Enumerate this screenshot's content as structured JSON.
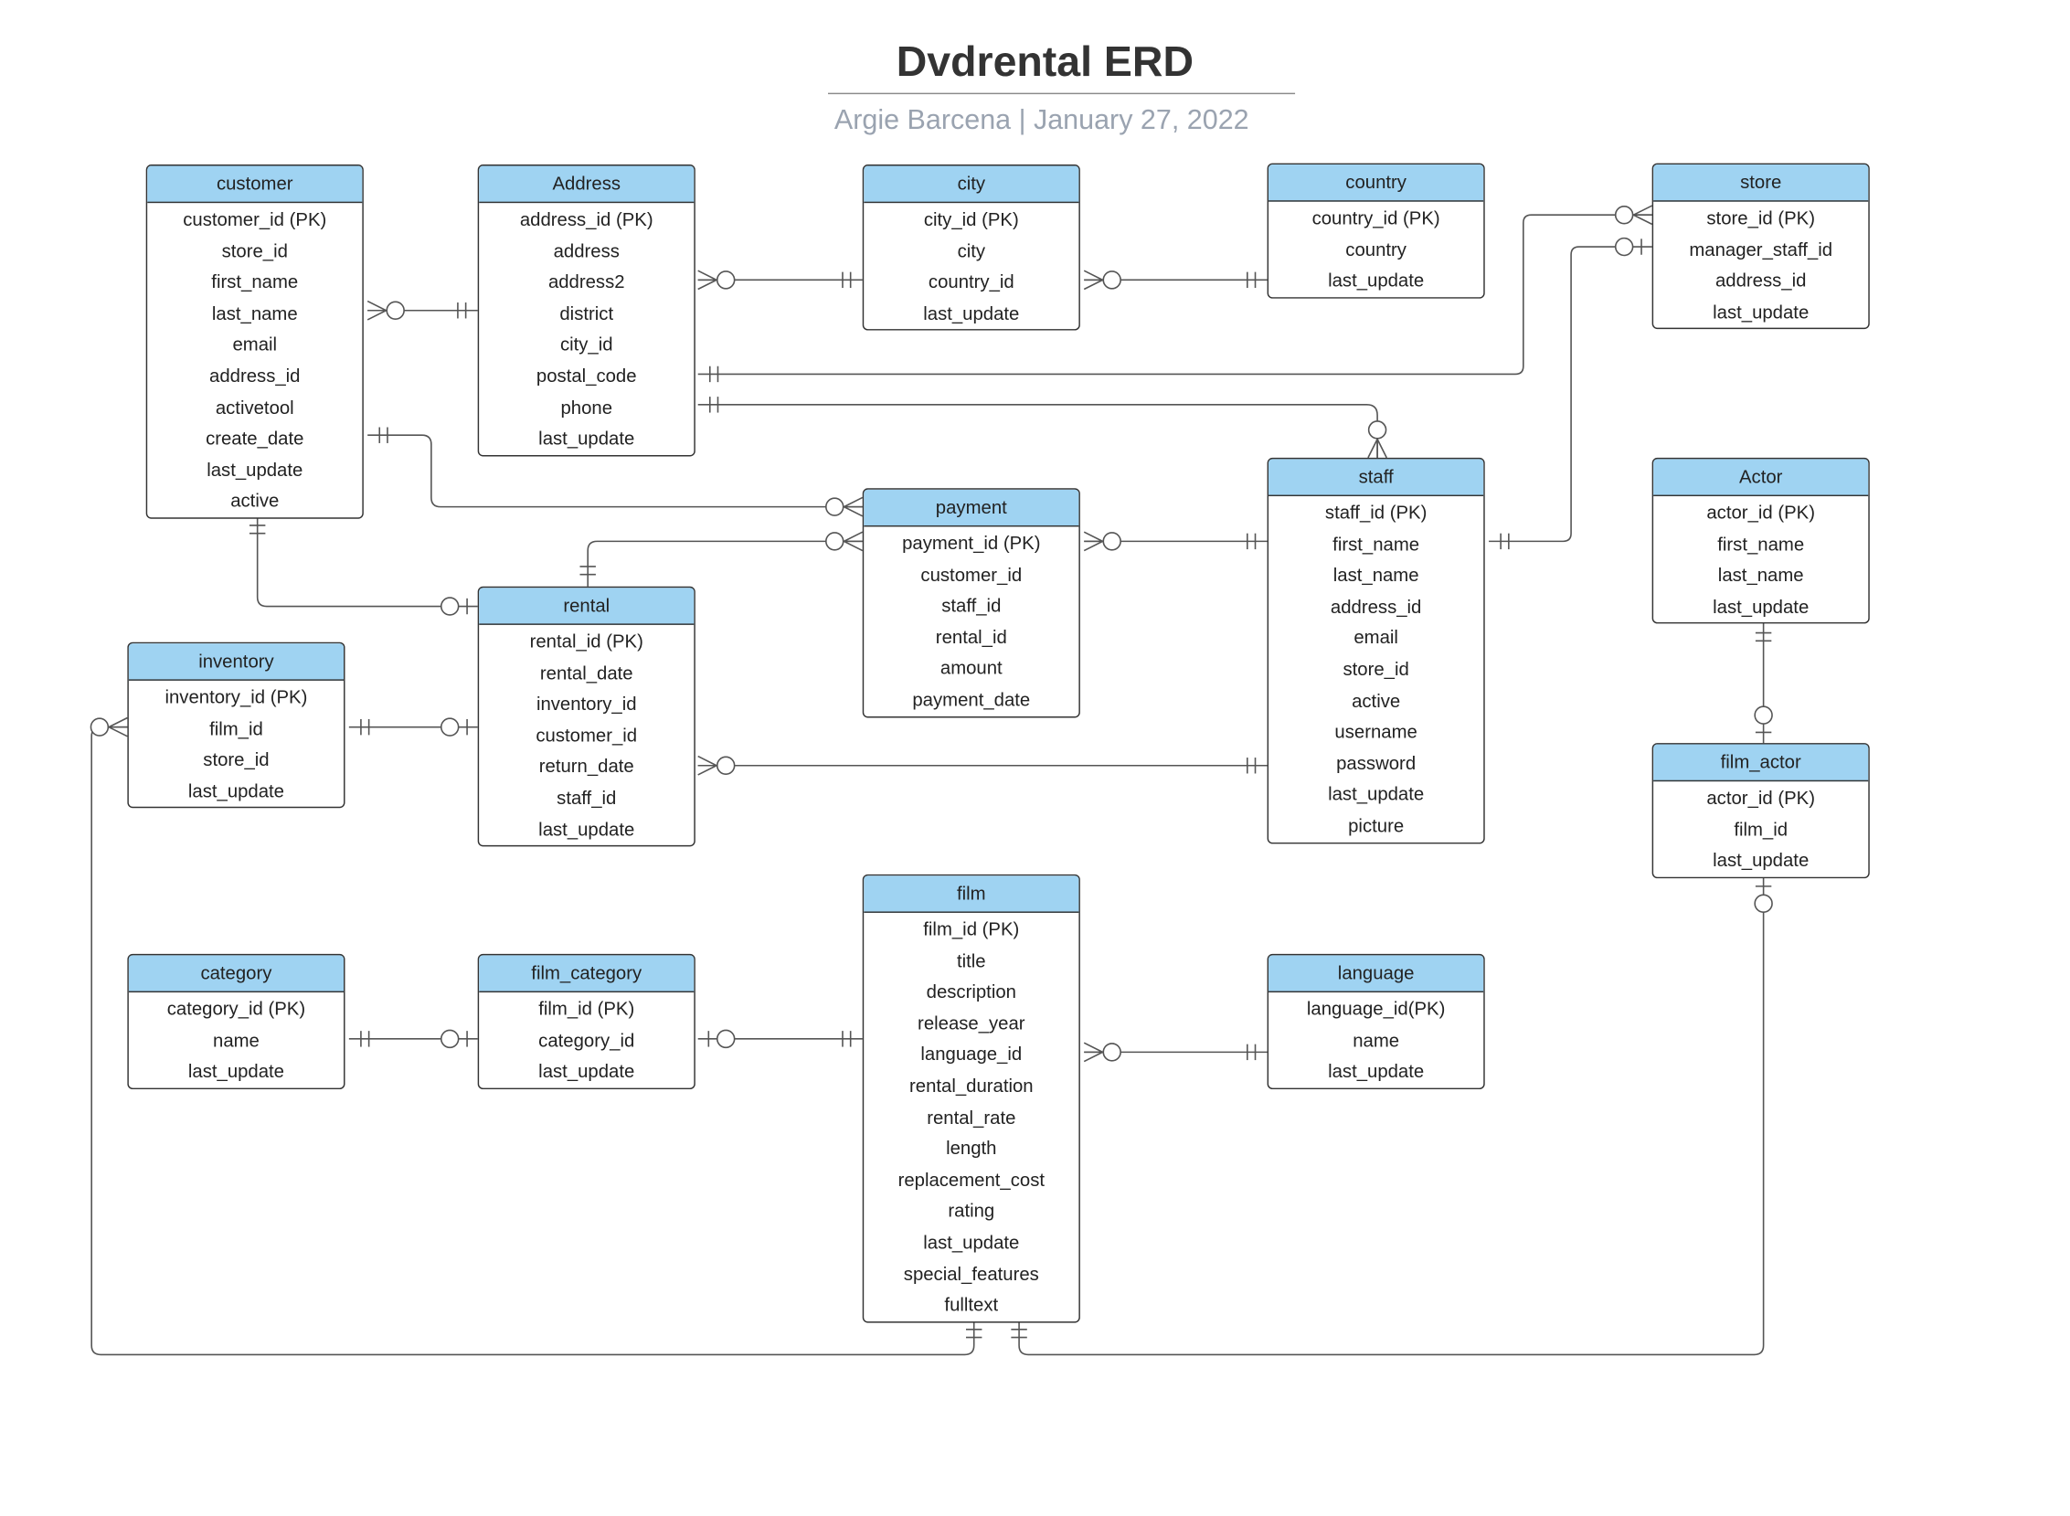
{
  "title": "Dvdrental ERD",
  "subtitle": "Argie Barcena  |  January 27, 2022",
  "colors": {
    "header_fill": "#9fd3f2",
    "border": "#333333",
    "connector": "#555555",
    "subtitle": "#9aa3b0"
  },
  "entities": {
    "customer": {
      "name": "customer",
      "attributes": [
        "customer_id (PK)",
        "store_id",
        "first_name",
        "last_name",
        "email",
        "address_id",
        "activetool",
        "create_date",
        "last_update",
        "active"
      ]
    },
    "address": {
      "name": "Address",
      "attributes": [
        "address_id (PK)",
        "address",
        "address2",
        "district",
        "city_id",
        "postal_code",
        "phone",
        "last_update"
      ]
    },
    "city": {
      "name": "city",
      "attributes": [
        "city_id (PK)",
        "city",
        "country_id",
        "last_update"
      ]
    },
    "country": {
      "name": "country",
      "attributes": [
        "country_id (PK)",
        "country",
        "last_update"
      ]
    },
    "store": {
      "name": "store",
      "attributes": [
        "store_id (PK)",
        "manager_staff_id",
        "address_id",
        "last_update"
      ]
    },
    "payment": {
      "name": "payment",
      "attributes": [
        "payment_id (PK)",
        "customer_id",
        "staff_id",
        "rental_id",
        "amount",
        "payment_date"
      ]
    },
    "staff": {
      "name": "staff",
      "attributes": [
        "staff_id (PK)",
        "first_name",
        "last_name",
        "address_id",
        "email",
        "store_id",
        "active",
        "username",
        "password",
        "last_update",
        "picture"
      ]
    },
    "actor": {
      "name": "Actor",
      "attributes": [
        "actor_id (PK)",
        "first_name",
        "last_name",
        "last_update"
      ]
    },
    "rental": {
      "name": "rental",
      "attributes": [
        "rental_id (PK)",
        "rental_date",
        "inventory_id",
        "customer_id",
        "return_date",
        "staff_id",
        "last_update"
      ]
    },
    "inventory": {
      "name": "inventory",
      "attributes": [
        "inventory_id (PK)",
        "film_id",
        "store_id",
        "last_update"
      ]
    },
    "film_actor": {
      "name": "film_actor",
      "attributes": [
        "actor_id (PK)",
        "film_id",
        "last_update"
      ]
    },
    "film": {
      "name": "film",
      "attributes": [
        "film_id (PK)",
        "title",
        "description",
        "release_year",
        "language_id",
        "rental_duration",
        "rental_rate",
        "length",
        "replacement_cost",
        "rating",
        "last_update",
        "special_features",
        "fulltext"
      ]
    },
    "category": {
      "name": "category",
      "attributes": [
        "category_id (PK)",
        "name",
        "last_update"
      ]
    },
    "film_category": {
      "name": "film_category",
      "attributes": [
        "film_id (PK)",
        "category_id",
        "last_update"
      ]
    },
    "language": {
      "name": "language",
      "attributes": [
        "language_id(PK)",
        "name",
        "last_update"
      ]
    }
  },
  "relationships": [
    {
      "from": "customer",
      "from_end": "zero-or-many",
      "to": "address",
      "to_end": "exactly-one"
    },
    {
      "from": "address",
      "from_end": "zero-or-many",
      "to": "city",
      "to_end": "exactly-one"
    },
    {
      "from": "city",
      "from_end": "zero-or-many",
      "to": "country",
      "to_end": "exactly-one"
    },
    {
      "from": "address",
      "from_end": "exactly-one",
      "to": "store",
      "to_end": "zero-or-many"
    },
    {
      "from": "staff",
      "from_end": "exactly-one",
      "to": "store",
      "to_end": "zero-or-one"
    },
    {
      "from": "address",
      "from_end": "exactly-one",
      "to": "staff",
      "to_end": "zero-or-many"
    },
    {
      "from": "customer",
      "from_end": "exactly-one",
      "to": "payment",
      "to_end": "zero-or-many"
    },
    {
      "from": "rental",
      "from_end": "exactly-one",
      "to": "payment",
      "to_end": "zero-or-many"
    },
    {
      "from": "payment",
      "from_end": "zero-or-many",
      "to": "staff",
      "to_end": "exactly-one"
    },
    {
      "from": "customer",
      "from_end": "exactly-one",
      "to": "rental",
      "to_end": "zero-or-one"
    },
    {
      "from": "inventory",
      "from_end": "exactly-one",
      "to": "rental",
      "to_end": "zero-or-one"
    },
    {
      "from": "rental",
      "from_end": "zero-or-many",
      "to": "staff",
      "to_end": "exactly-one"
    },
    {
      "from": "actor",
      "from_end": "exactly-one",
      "to": "film_actor",
      "to_end": "zero-or-one"
    },
    {
      "from": "category",
      "from_end": "exactly-one",
      "to": "film_category",
      "to_end": "zero-or-one"
    },
    {
      "from": "film_category",
      "from_end": "zero-or-one",
      "to": "film",
      "to_end": "exactly-one"
    },
    {
      "from": "film",
      "from_end": "zero-or-many",
      "to": "language",
      "to_end": "exactly-one"
    },
    {
      "from": "film",
      "from_end": "exactly-one",
      "to": "inventory",
      "to_end": "zero-or-many"
    },
    {
      "from": "film",
      "from_end": "exactly-one",
      "to": "film_actor",
      "to_end": "zero-or-one"
    }
  ]
}
